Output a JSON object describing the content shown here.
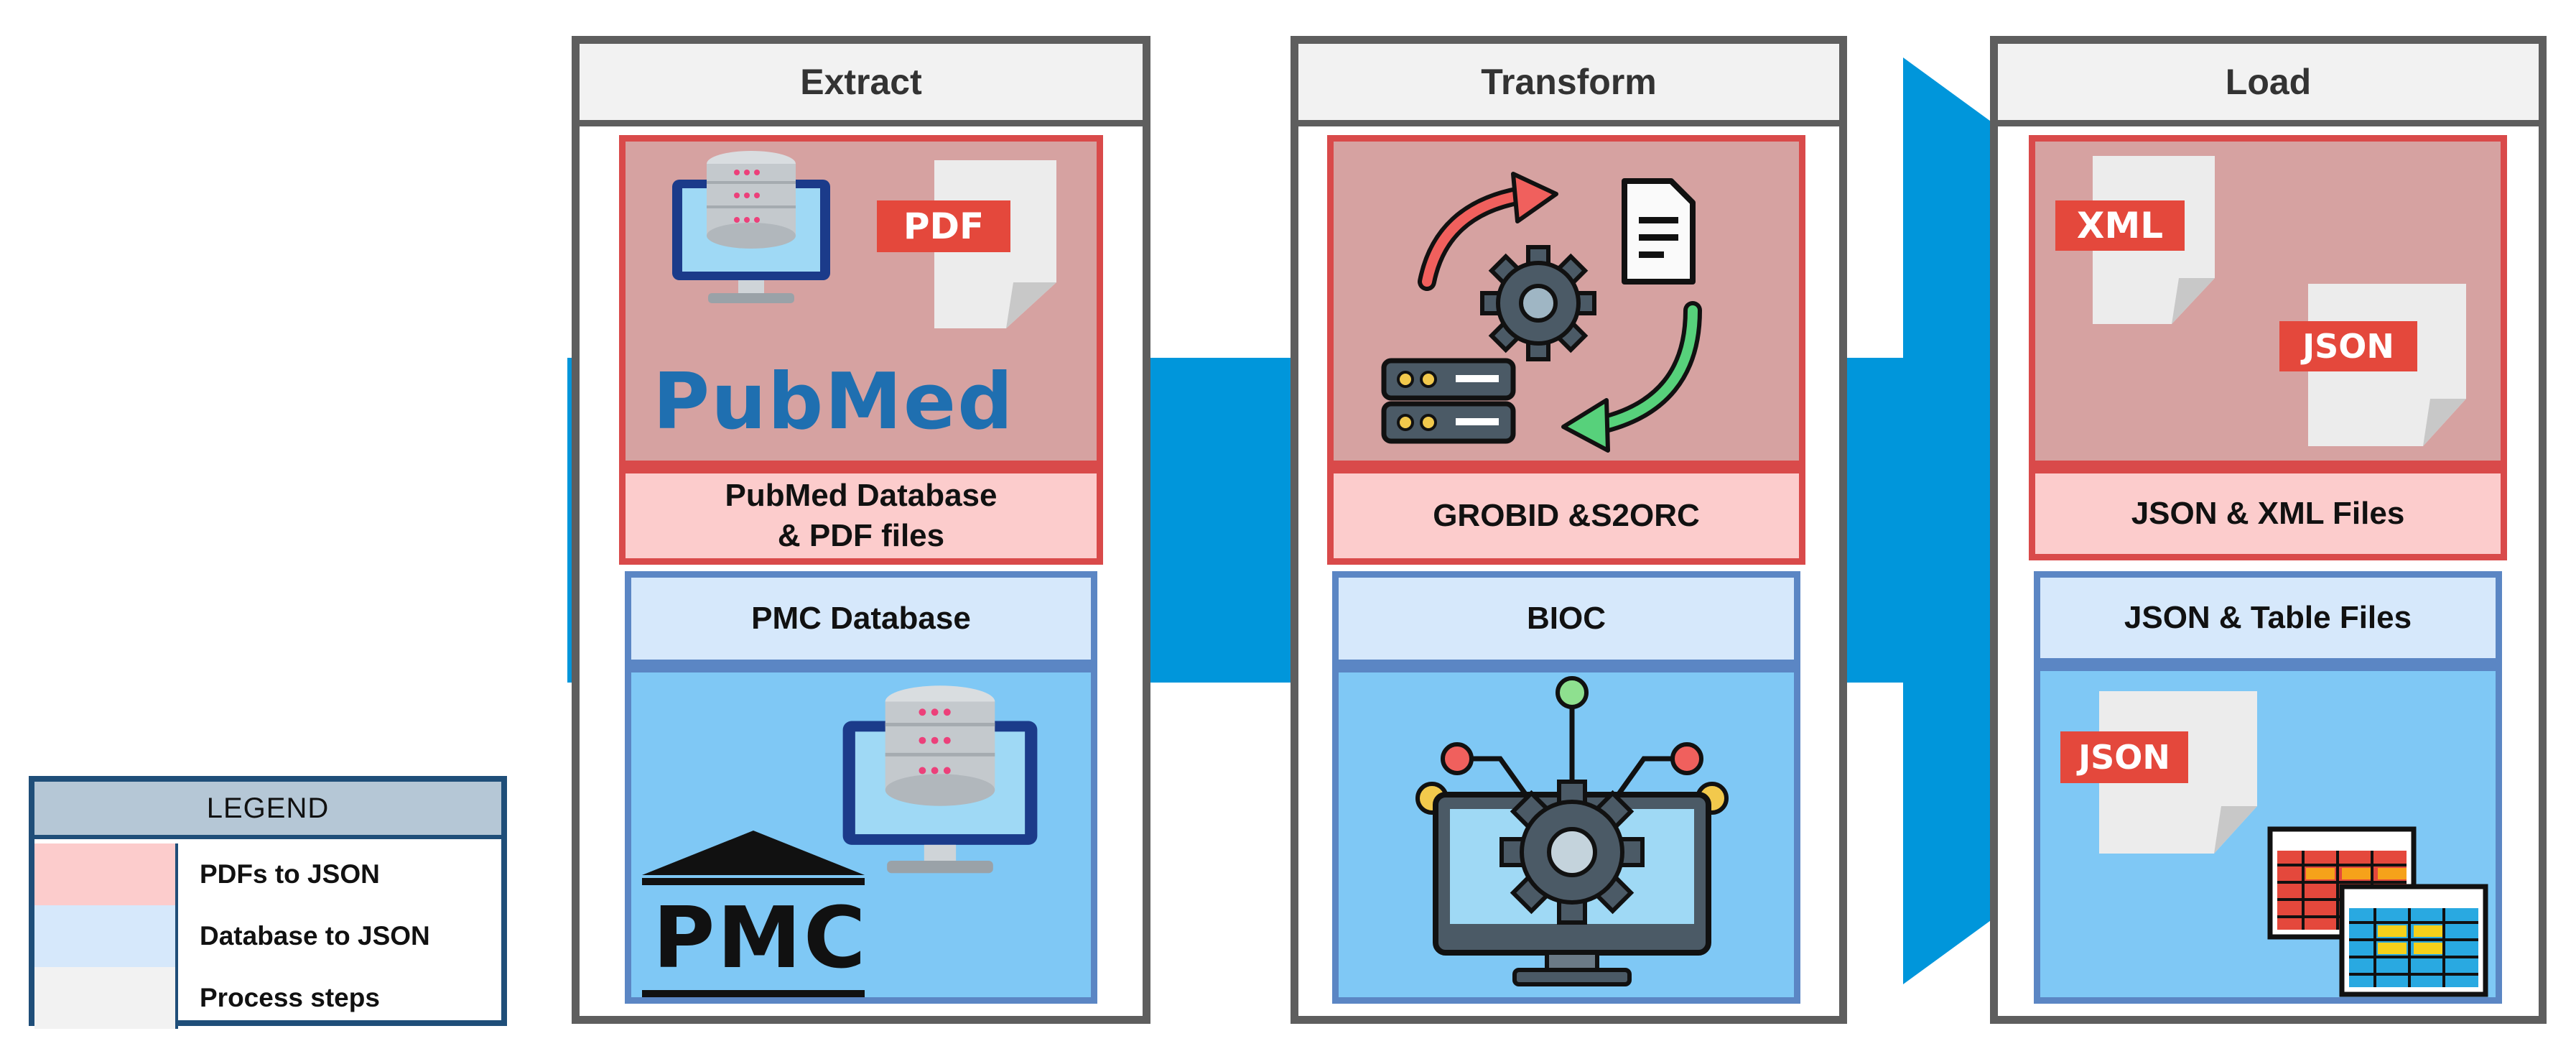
{
  "diagram": {
    "stages": [
      {
        "title": "Extract",
        "pdf_label": "PubMed Database\n& PDF files",
        "db_label": "PMC Database"
      },
      {
        "title": "Transform",
        "pdf_label": "GROBID &S2ORC",
        "db_label": "BIOC"
      },
      {
        "title": "Load",
        "pdf_label": "JSON & XML Files",
        "db_label": "JSON & Table Files"
      }
    ],
    "logos": {
      "pubmed": "PubMed",
      "pmc": "PMC"
    },
    "file_tags": {
      "pdf": "PDF",
      "xml": "XML",
      "json_top": "JSON",
      "json_bottom": "JSON"
    },
    "icons": [
      "database-monitor-icon",
      "pdf-file-icon",
      "pubmed-logo",
      "pmc-building-icon",
      "process-cycle-icon",
      "gear-network-monitor-icon",
      "xml-file-icon",
      "json-file-icon",
      "table-files-icon"
    ],
    "colors": {
      "arrow": "#0096db",
      "pdf_flow_fill": "#d6a2a1",
      "pdf_flow_label": "#fccccc",
      "pdf_flow_border": "#d94a4a",
      "db_flow_fill": "#7fc8f5",
      "db_flow_label": "#d6e8fb",
      "db_flow_border": "#5b86c4",
      "stage_border": "#5e5e5e"
    }
  },
  "legend": {
    "title": "LEGEND",
    "items": [
      {
        "label": "PDFs to JSON",
        "color": "#fccccc"
      },
      {
        "label": "Database to JSON",
        "color": "#d6e8fb"
      },
      {
        "label": "Process steps",
        "color": "#f2f2f2"
      }
    ]
  }
}
